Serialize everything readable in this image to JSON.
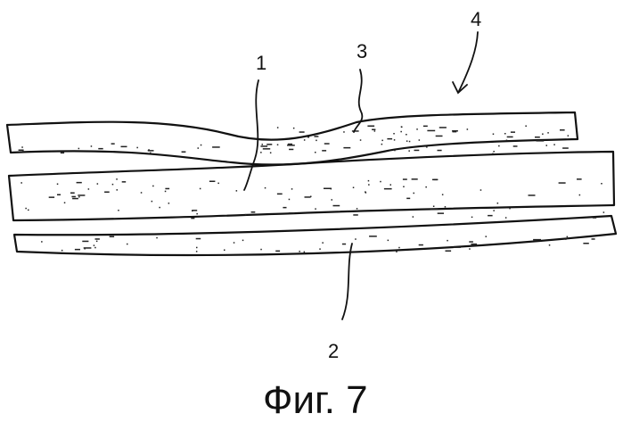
{
  "figure": {
    "caption": "Фиг. 7",
    "labels": {
      "layer_1": "1",
      "layer_2": "2",
      "layer_3": "3",
      "assembly_4": "4"
    },
    "ink_color": "#111111",
    "background_color": "#ffffff"
  }
}
